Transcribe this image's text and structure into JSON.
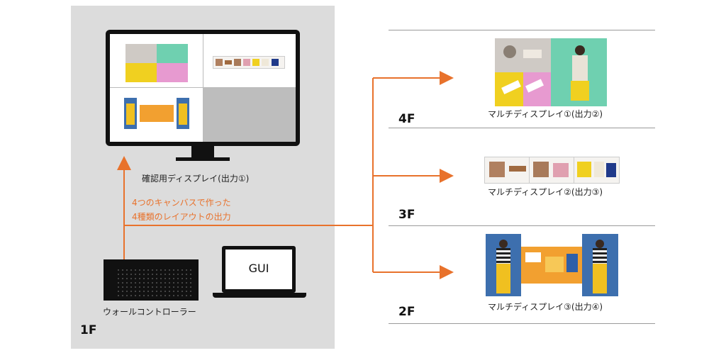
{
  "floors": {
    "f1": "1F",
    "f2": "2F",
    "f3": "3F",
    "f4": "4F"
  },
  "labels": {
    "confirm_display": "確認用ディスプレイ(出力①)",
    "wall_controller": "ウォールコントローラー",
    "gui": "GUI",
    "canvas_note_line1": "4つのキャンバスで作った",
    "canvas_note_line2": "4種類のレイアウトの出力",
    "multi_display_1": "マルチディスプレイ①(出力②)",
    "multi_display_2": "マルチディスプレイ②(出力③)",
    "multi_display_3": "マルチディスプレイ③(出力④)"
  },
  "colors": {
    "room_bg": "#dcdcdc",
    "arrow": "#e8722c",
    "divider": "#9a9a9a",
    "yellow": "#f0d020",
    "teal": "#6fd0b0",
    "pink": "#e79ad0"
  }
}
